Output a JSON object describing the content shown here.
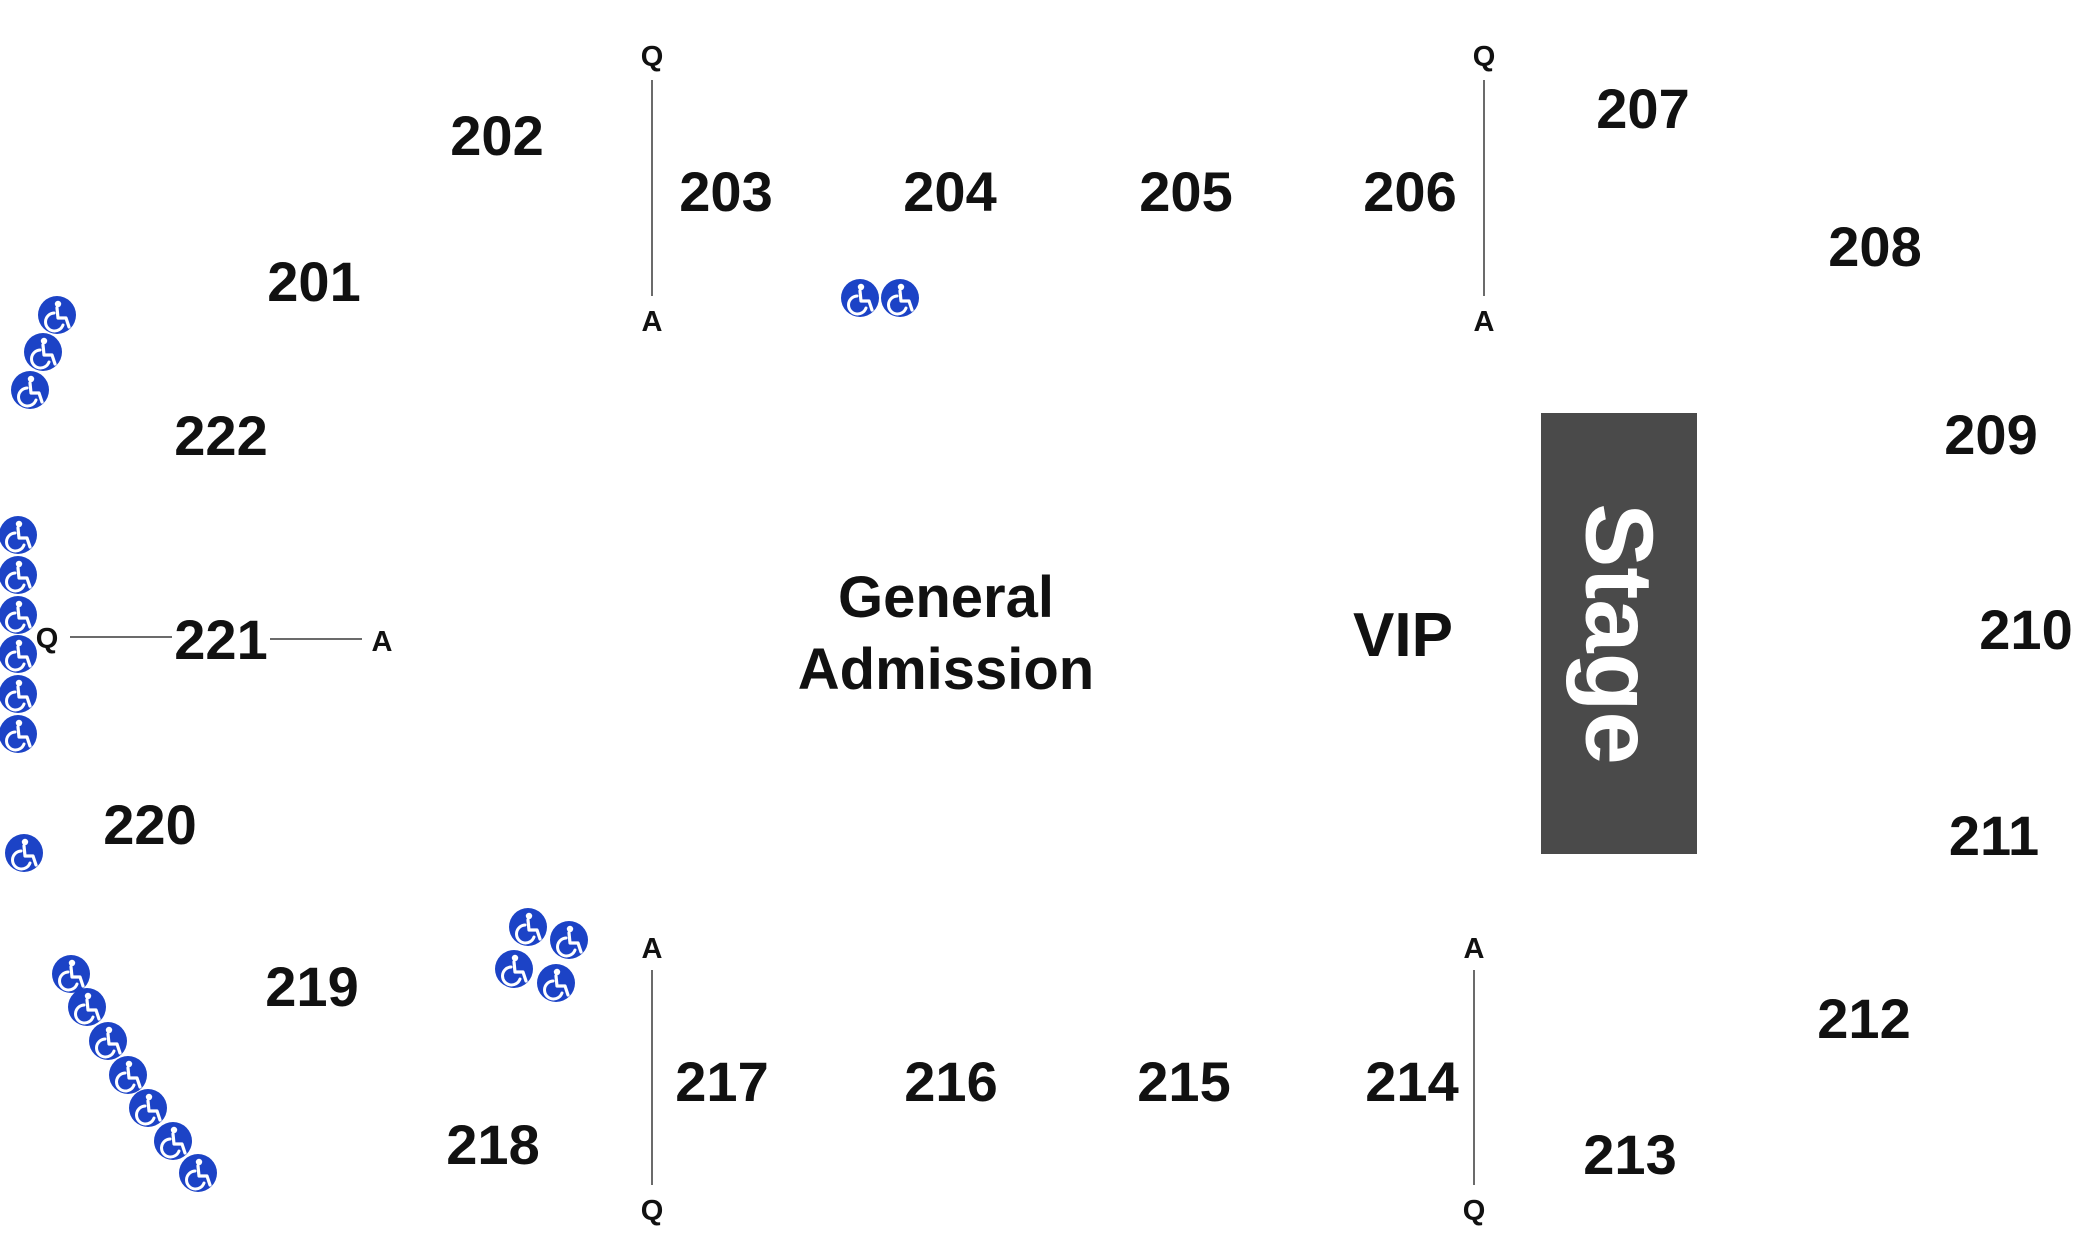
{
  "colors": {
    "stage": "#4a4a4a",
    "accessible": "#1c43c6",
    "text": "#111111",
    "background": "#ffffff"
  },
  "map": {
    "stage_label": "Stage",
    "vip_label": "VIP",
    "ga_line1": "General",
    "ga_line2": "Admission",
    "sections": {
      "s201": "201",
      "s202": "202",
      "s203": "203",
      "s204": "204",
      "s205": "205",
      "s206": "206",
      "s207": "207",
      "s208": "208",
      "s209": "209",
      "s210": "210",
      "s211": "211",
      "s212": "212",
      "s213": "213",
      "s214": "214",
      "s215": "215",
      "s216": "216",
      "s217": "217",
      "s218": "218",
      "s219": "219",
      "s220": "220",
      "s221": "221",
      "s222": "222"
    },
    "row_markers": {
      "first_row": "A",
      "last_row": "Q"
    }
  },
  "icons": {
    "accessible": "wheelchair-accessible-icon"
  }
}
